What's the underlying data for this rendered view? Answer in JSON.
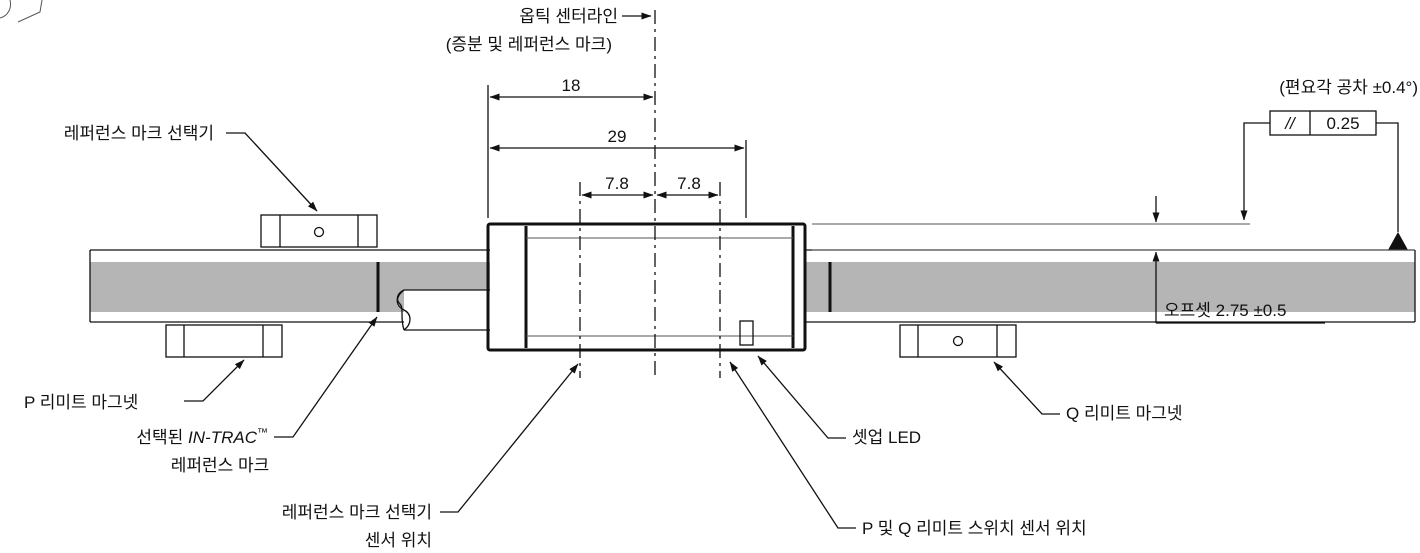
{
  "labels": {
    "optic_centerline": "옵틱 센터라인",
    "optic_centerline_sub": "(증분 및 레퍼런스 마크)",
    "ref_mark_selector": "레퍼런스 마크 선택기",
    "yaw_tolerance": "(편요각 공차 ±0.4°)",
    "parallel_symbol": "//",
    "parallel_value": "0.25",
    "offset": "오프셋 2.75 ±0.5",
    "p_limit_magnet": "P 리미트 마그넷",
    "q_limit_magnet": "Q 리미트 마그넷",
    "selected_prefix": "선택된",
    "selected_brand": "IN-TRAC",
    "selected_tm": "™",
    "selected_ref_mark": "레퍼런스 마크",
    "setup_led": "셋업 LED",
    "ref_selector_sensor_1": "레퍼런스 마크 선택기",
    "ref_selector_sensor_2": "센서 위치",
    "pq_limit_sensor": "P 및 Q 리미트 스위치 센서 위치"
  },
  "dimensions": {
    "d18": "18",
    "d29": "29",
    "d78_left": "7.8",
    "d78_right": "7.8"
  },
  "icons": {
    "datum": "datum-triangle-icon",
    "arrow": "arrow-head-icon"
  },
  "colors": {
    "scale_band": "#b5b5b5",
    "ink": "#111111"
  }
}
